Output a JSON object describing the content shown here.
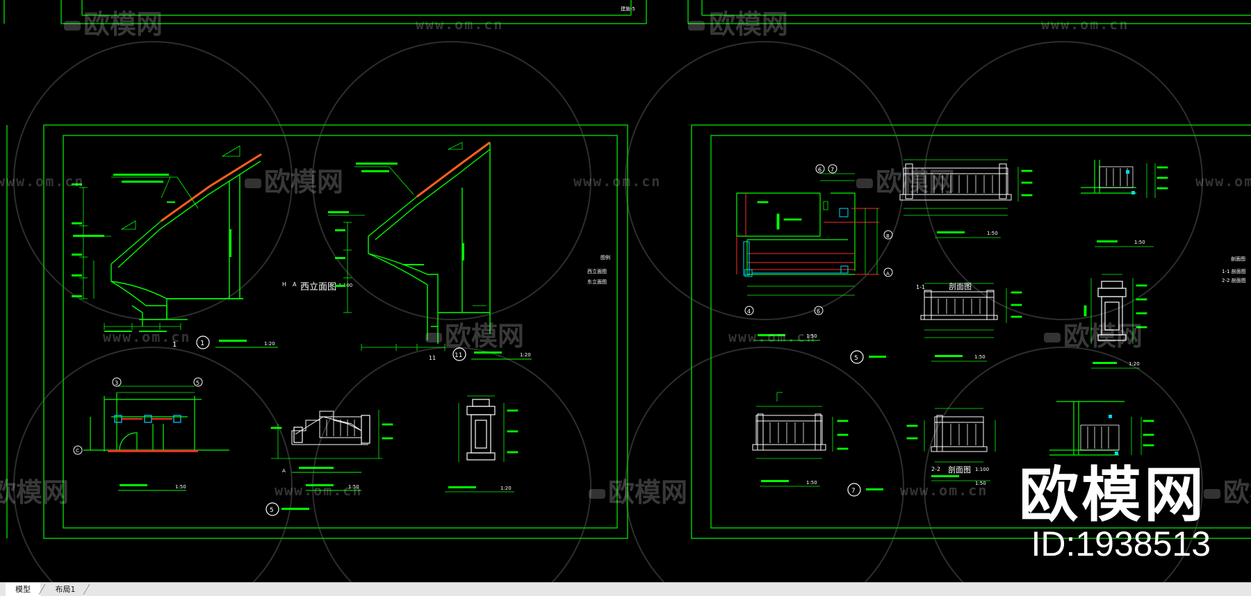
{
  "tabs": [
    {
      "label": "模型"
    },
    {
      "label": "布局1"
    }
  ],
  "watermark": {
    "brand": "欧模网",
    "url": "www.om.cn"
  },
  "logo": {
    "brand": "欧模网",
    "id": "ID:1938513"
  },
  "colors": {
    "background": "#000000",
    "frame": "#00c800",
    "line": "#00ff00",
    "text": "#ffffff",
    "accent_red": "#ff2b2b",
    "accent_cyan": "#00d8ff",
    "tabbar": "#e6e6e6"
  },
  "drawings": {
    "sheet1": {
      "title_west_elevation": "西立面图",
      "scale_west": "1:100",
      "label_grid_h": "H",
      "label_grid_a": "A",
      "detail_num_1": "1",
      "detail_num_11": "11",
      "detail_num_5": "5",
      "grid_3": "3",
      "grid_5": "5",
      "grid_c": "C",
      "scale_120": "1:20",
      "scale_150": "1:50",
      "legend_label": "图例",
      "legend_west": "西立面图",
      "legend_east": "东立面图",
      "page_tag": "建施-5"
    },
    "sheet2": {
      "grid_6": "6",
      "grid_7": "7",
      "grid_4": "4",
      "grid_a": "A",
      "grid_b": "B",
      "section_title": "剖面图",
      "section_11": "1-1",
      "section_22": "2-2",
      "section_22_full": "2-2 剖面图",
      "scale_1100": "1:100",
      "detail_5": "5",
      "detail_7": "7",
      "legend_label": "剖面图",
      "legend_11": "1-1 剖面图",
      "legend_22": "2-2 剖面图",
      "scale_150": "1:50",
      "scale_120": "1:20"
    }
  }
}
